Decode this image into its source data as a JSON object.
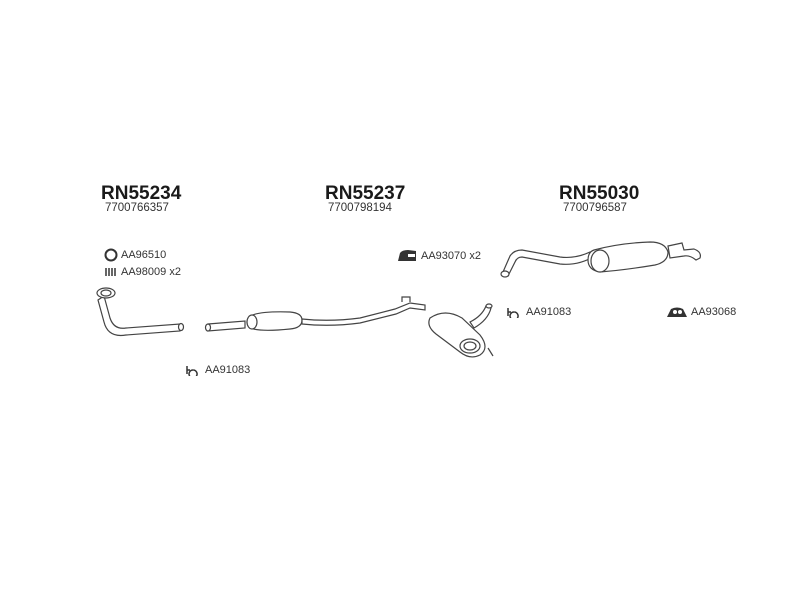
{
  "groups": [
    {
      "code": "RN55234",
      "oem": "7700766357"
    },
    {
      "code": "RN55237",
      "oem": "7700798194"
    },
    {
      "code": "RN55030",
      "oem": "7700796587"
    }
  ],
  "accessories": {
    "ring": "AA96510",
    "spring": "AA98009 x2",
    "clamp_left": "AA91083",
    "hanger": "AA93070 x2",
    "clamp_right": "AA91083",
    "mount": "AA93068"
  }
}
